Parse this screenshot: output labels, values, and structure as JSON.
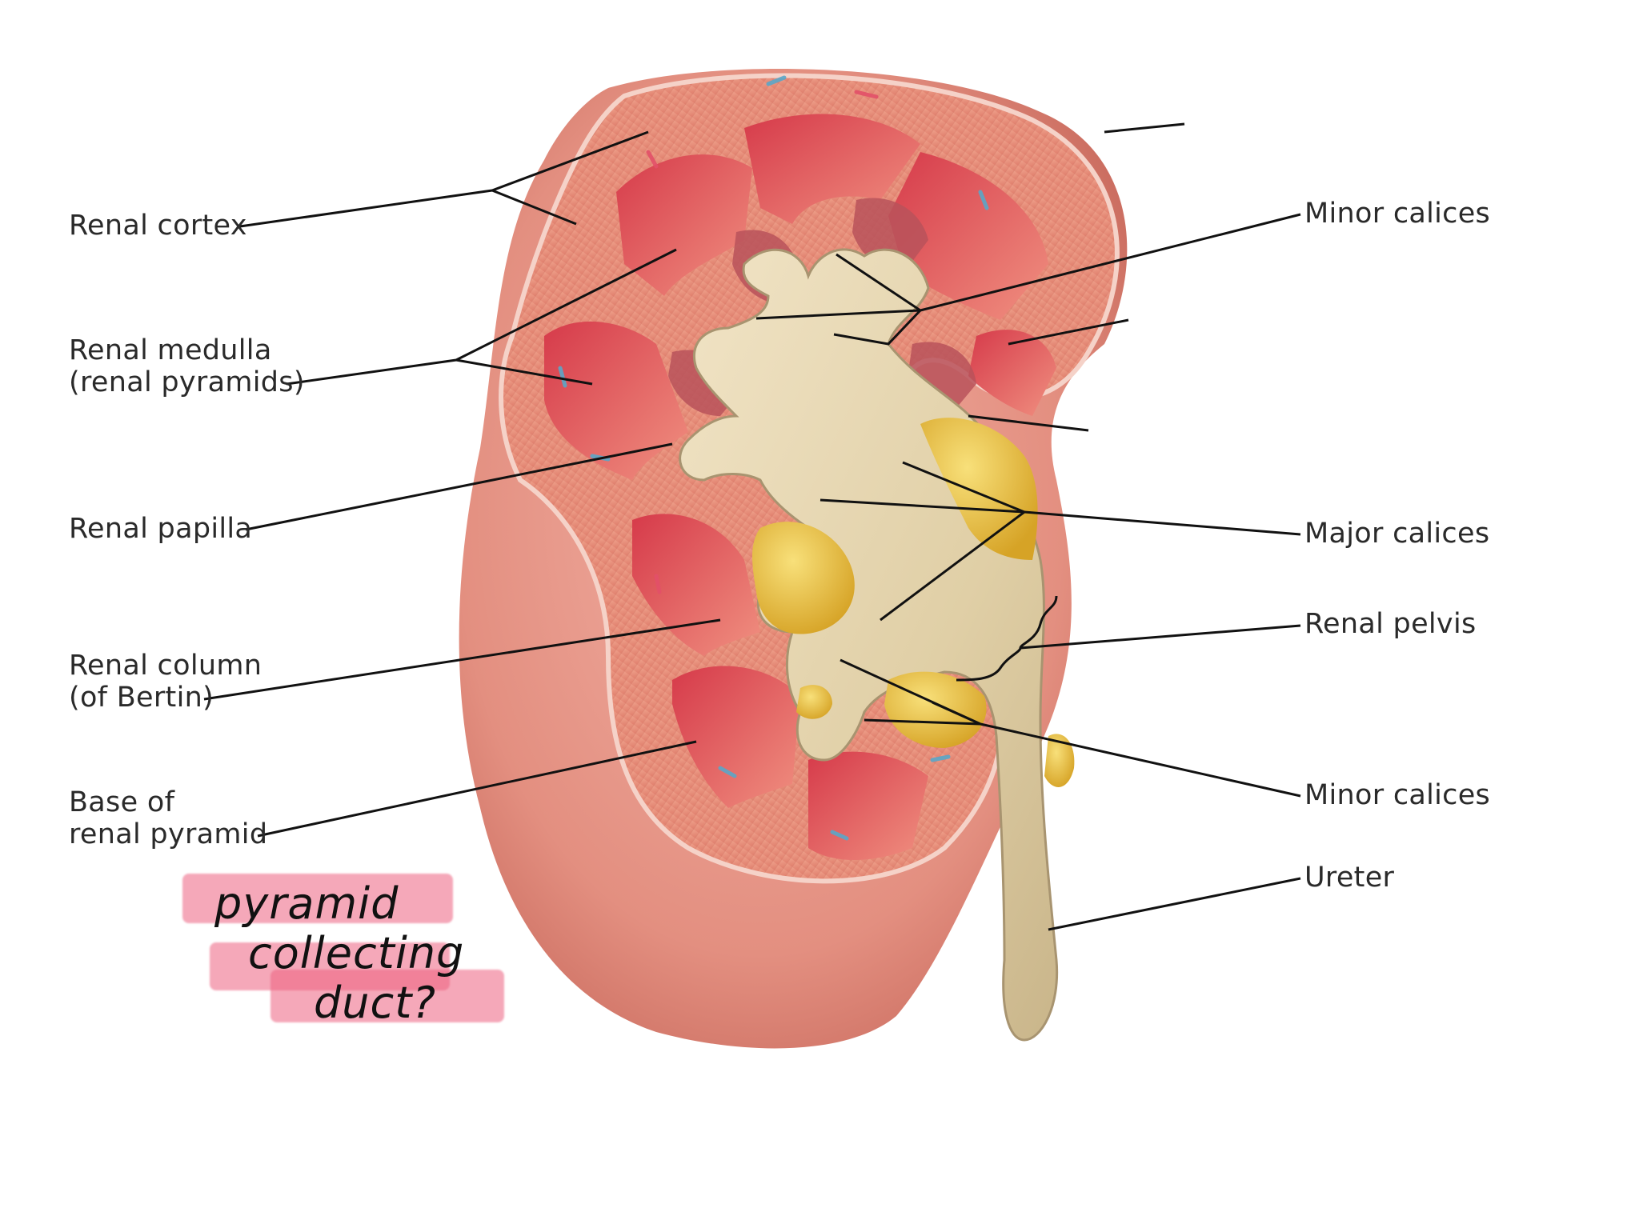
{
  "labels_left": {
    "renal_cortex": "Renal cortex",
    "renal_medulla_line1": "Renal medulla",
    "renal_medulla_line2": "(renal pyramids)",
    "renal_papilla": "Renal papilla",
    "renal_column_line1": "Renal column",
    "renal_column_line2": "(of Bertin)",
    "base_pyramid_line1": "Base of",
    "base_pyramid_line2": "renal pyramid"
  },
  "labels_right": {
    "minor_calices_top": "Minor calices",
    "major_calices": "Major calices",
    "renal_pelvis": "Renal pelvis",
    "minor_calices_bottom": "Minor calices",
    "ureter": "Ureter"
  },
  "handwritten_note": {
    "line1": "pyramid",
    "line2": "collecting",
    "line3": "duct?"
  },
  "colors": {
    "cortex": "#e58a76",
    "medulla": "#d9404f",
    "capsule": "#e49a8d",
    "pelvis": "#e6d6b2",
    "fat": "#e8c340",
    "highlight": "#ec6080",
    "leader_line": "#111111"
  }
}
